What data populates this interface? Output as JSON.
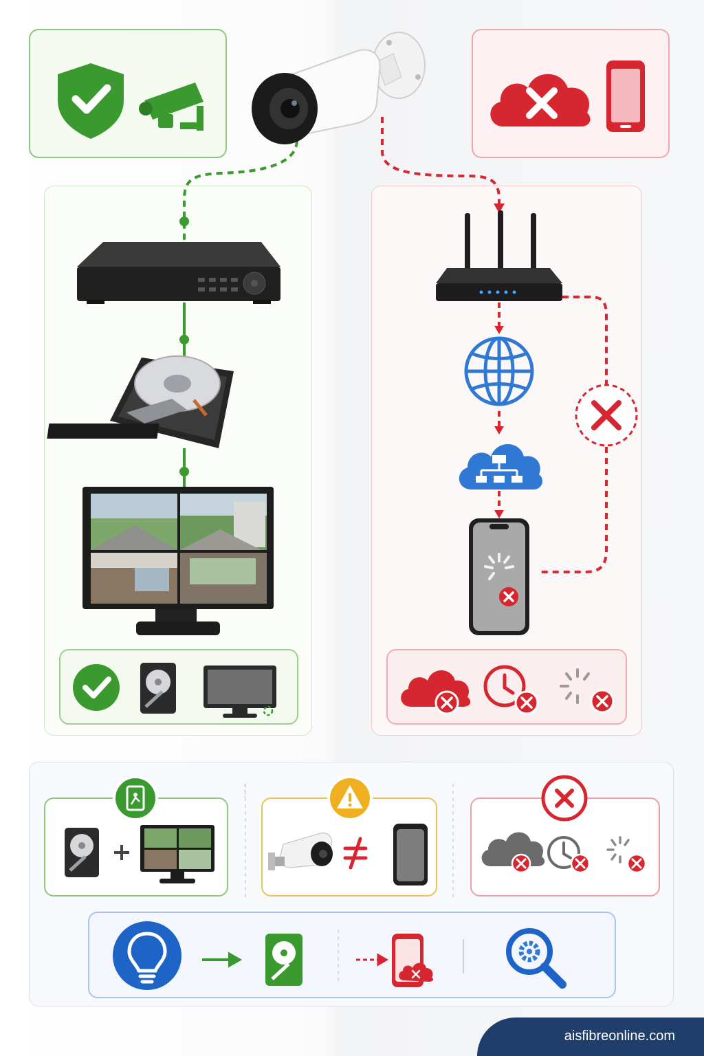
{
  "brand": {
    "site": "aisfibreonline.com"
  },
  "colors": {
    "green": "#3a9a2f",
    "red": "#d6262f",
    "blue": "#2f79d4",
    "yellow": "#eeb020",
    "navy": "#1f3e6b"
  },
  "icons": {
    "top_left": [
      "shield-check-icon",
      "security-camera-icon"
    ],
    "top_right": [
      "cloud-x-icon",
      "smartphone-icon"
    ],
    "local_chain": [
      "camera",
      "dvr-recorder",
      "hard-drive",
      "monitor"
    ],
    "remote_chain": [
      "camera",
      "router",
      "globe-icon",
      "cloud-network-icon",
      "smartphone-loading"
    ],
    "local_legend": [
      "check-circle-icon",
      "hard-drive-icon",
      "monitor-icon"
    ],
    "remote_legend": [
      "cloud-x-icon",
      "clock-x-icon",
      "loading-x-icon"
    ],
    "footer": [
      "hdd-badge-icon",
      "warning-badge-icon",
      "x-badge-icon",
      "lightbulb-icon",
      "arrow-icon",
      "hard-drive-icon",
      "phone-x-icon",
      "search-gear-icon"
    ]
  }
}
